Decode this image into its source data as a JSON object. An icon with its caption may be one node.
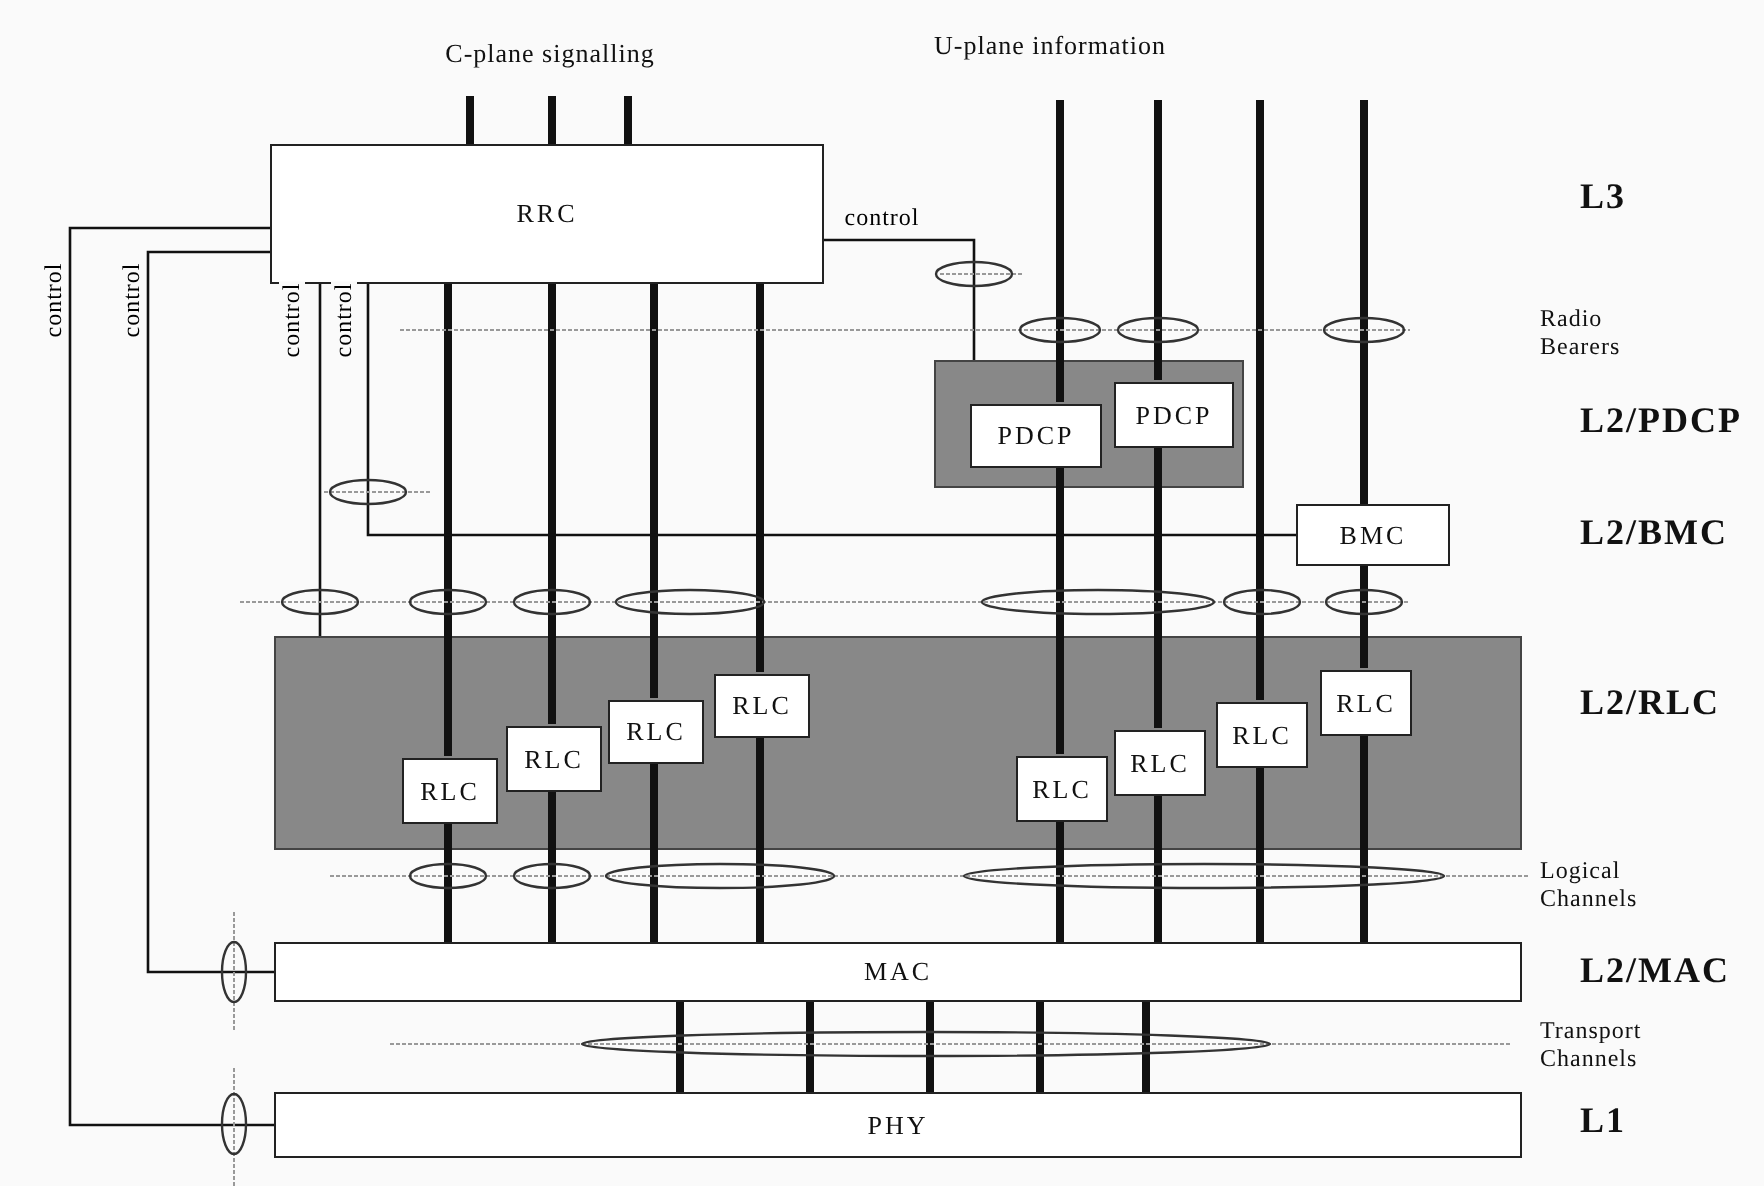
{
  "diagram": {
    "nodes": [
      {
        "text": [
          "RRC"
        ]
      },
      {
        "text": [],
        "shape": "box"
      },
      {
        "text": [
          "PDCP"
        ],
        "in": 1
      },
      {
        "text": [
          "PDCP"
        ],
        "in": 1
      },
      {
        "text": [
          "BMC"
        ]
      },
      {
        "text": [],
        "shape": "box"
      },
      {
        "text": [
          "RLC"
        ],
        "in": 5
      },
      {
        "text": [
          "RLC"
        ],
        "in": 5
      },
      {
        "text": [
          "RLC"
        ],
        "in": 5
      },
      {
        "text": [
          "RLC"
        ],
        "in": 5
      },
      {
        "text": [
          "RLC"
        ],
        "in": 5
      },
      {
        "text": [
          "RLC"
        ],
        "in": 5
      },
      {
        "text": [
          "RLC"
        ],
        "in": 5
      },
      {
        "text": [
          "RLC"
        ],
        "in": 5
      },
      {
        "text": [
          "MAC"
        ]
      },
      {
        "text": [
          "PHY"
        ]
      }
    ],
    "edges": [
      {
        "from": null,
        "to": 0,
        "arrow": "none"
      },
      {
        "from": null,
        "to": 0,
        "arrow": "none"
      },
      {
        "from": null,
        "to": 0,
        "arrow": "none"
      },
      {
        "from": null,
        "to": 3,
        "arrow": "none"
      },
      {
        "from": null,
        "to": 2,
        "arrow": "none"
      },
      {
        "from": null,
        "to": 12,
        "arrow": "none"
      },
      {
        "from": null,
        "to": 4,
        "arrow": "none"
      },
      {
        "from": 0,
        "to": 6,
        "arrow": "none"
      },
      {
        "from": 0,
        "to": 7,
        "arrow": "none"
      },
      {
        "from": 0,
        "to": 8,
        "arrow": "none"
      },
      {
        "from": 0,
        "to": 9,
        "arrow": "none"
      },
      {
        "from": 3,
        "to": 10,
        "arrow": "none"
      },
      {
        "from": 2,
        "to": 11,
        "arrow": "none"
      },
      {
        "from": 4,
        "to": 13,
        "arrow": "none"
      },
      {
        "from": 6,
        "to": 14,
        "arrow": "none"
      },
      {
        "from": 7,
        "to": 14,
        "arrow": "none"
      },
      {
        "from": 8,
        "to": 14,
        "arrow": "none"
      },
      {
        "from": 9,
        "to": 14,
        "arrow": "none"
      },
      {
        "from": 10,
        "to": 14,
        "arrow": "none"
      },
      {
        "from": 11,
        "to": 14,
        "arrow": "none"
      },
      {
        "from": 12,
        "to": 14,
        "arrow": "none"
      },
      {
        "from": 13,
        "to": 14,
        "arrow": "none"
      },
      {
        "from": 14,
        "to": 15,
        "arrow": "none"
      },
      {
        "from": 14,
        "to": 15,
        "arrow": "none"
      },
      {
        "from": 14,
        "to": 15,
        "arrow": "none"
      },
      {
        "from": 14,
        "to": 15,
        "arrow": "none"
      },
      {
        "from": 14,
        "to": 15,
        "arrow": "none"
      },
      {
        "from": 0,
        "to": 15,
        "arrow": "none",
        "label": "control"
      },
      {
        "from": 0,
        "to": 14,
        "arrow": "none",
        "label": "control"
      },
      {
        "from": 0,
        "to": 5,
        "arrow": "none",
        "label": "control"
      },
      {
        "from": 0,
        "to": 4,
        "arrow": "none",
        "label": "control"
      },
      {
        "from": 0,
        "to": 1,
        "arrow": "none",
        "label": "control"
      }
    ],
    "labels": [
      "C-plane signalling",
      "U-plane information",
      "L3",
      "Radio Bearers",
      "L2/PDCP",
      "L2/BMC",
      "L2/RLC",
      "Logical Channels",
      "L2/MAC",
      "Transport Channels",
      "L1"
    ]
  }
}
